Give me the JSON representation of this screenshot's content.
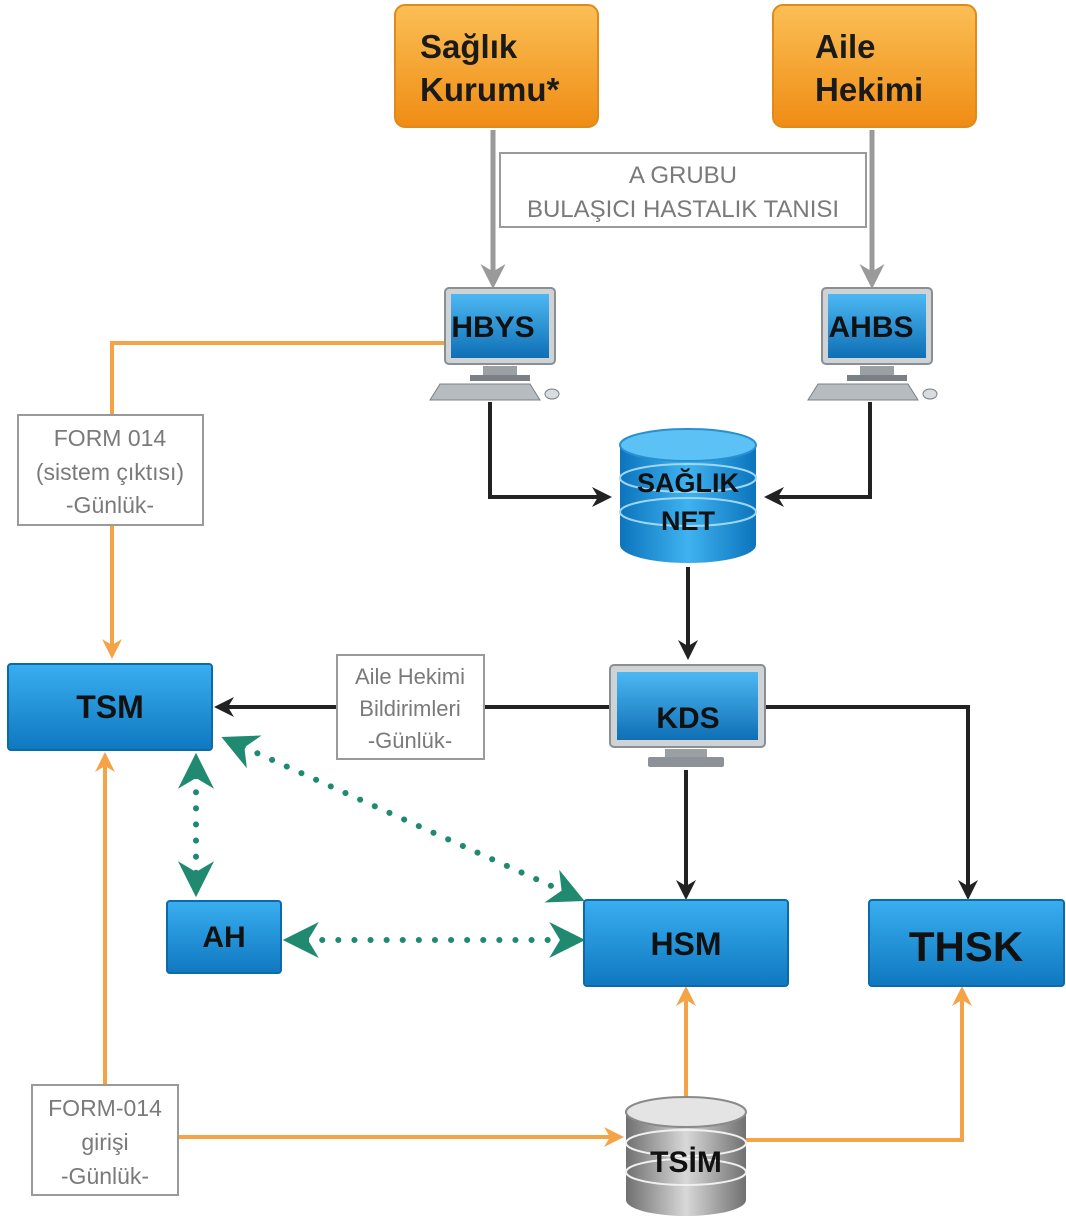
{
  "nodes": {
    "saglik_kurumu": {
      "line1": "Sağlık",
      "line2": "Kurumu*"
    },
    "aile_hekimi": {
      "line1": "Aile",
      "line2": "Hekimi"
    },
    "hbys": "HBYS",
    "ahbs": "AHBS",
    "saglik_net": {
      "line1": "SAĞLIK",
      "line2": "NET"
    },
    "kds": "KDS",
    "tsm": "TSM",
    "ah": "AH",
    "hsm": "HSM",
    "thsk": "THSK",
    "tsim": "TSİM"
  },
  "labels": {
    "a_grubu": {
      "line1": "A GRUBU",
      "line2": "BULAŞICI HASTALIK TANISI"
    },
    "form014_sistem": {
      "line1": "FORM 014",
      "line2": "(sistem çıktısı)",
      "line3": "-Günlük-"
    },
    "aile_hekimi_bildirimleri": {
      "line1": "Aile Hekimi",
      "line2": "Bildirimleri",
      "line3": "-Günlük-"
    },
    "form014_girisi": {
      "line1": "FORM-014",
      "line2": "girişi",
      "line3": "-Günlük-"
    }
  },
  "colors": {
    "orange_box": "#f39c1e",
    "orange_line": "#f5a347",
    "blue_box": "#1a8fd6",
    "black_arrow": "#222222",
    "gray_arrow": "#9a9a9a",
    "teal_dotted": "#1f8a6f"
  }
}
